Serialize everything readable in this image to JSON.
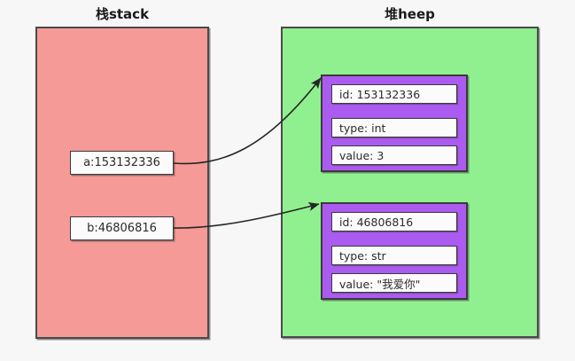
{
  "diagram": {
    "stack": {
      "title": "栈stack",
      "variables": [
        {
          "label": "a:153132336"
        },
        {
          "label": "b:46806816"
        }
      ]
    },
    "heap": {
      "title": "堆heep",
      "objects": [
        {
          "id_label": "id: 153132336",
          "type_label": "type: int",
          "value_label": "value: 3"
        },
        {
          "id_label": "id: 46806816",
          "type_label": "type: str",
          "value_label": "value: \"我爱你\""
        }
      ]
    },
    "arrows": [
      {
        "name": "arrow-a-to-object-a"
      },
      {
        "name": "arrow-b-to-object-b"
      }
    ],
    "colors": {
      "stack_fill": "#f59a97",
      "heap_fill": "#90f090",
      "object_fill": "#ac5bf0",
      "field_fill": "#fbfbfb",
      "border": "#3a3a3a",
      "background": "#f7f7f7",
      "arrow": "#262626"
    }
  }
}
